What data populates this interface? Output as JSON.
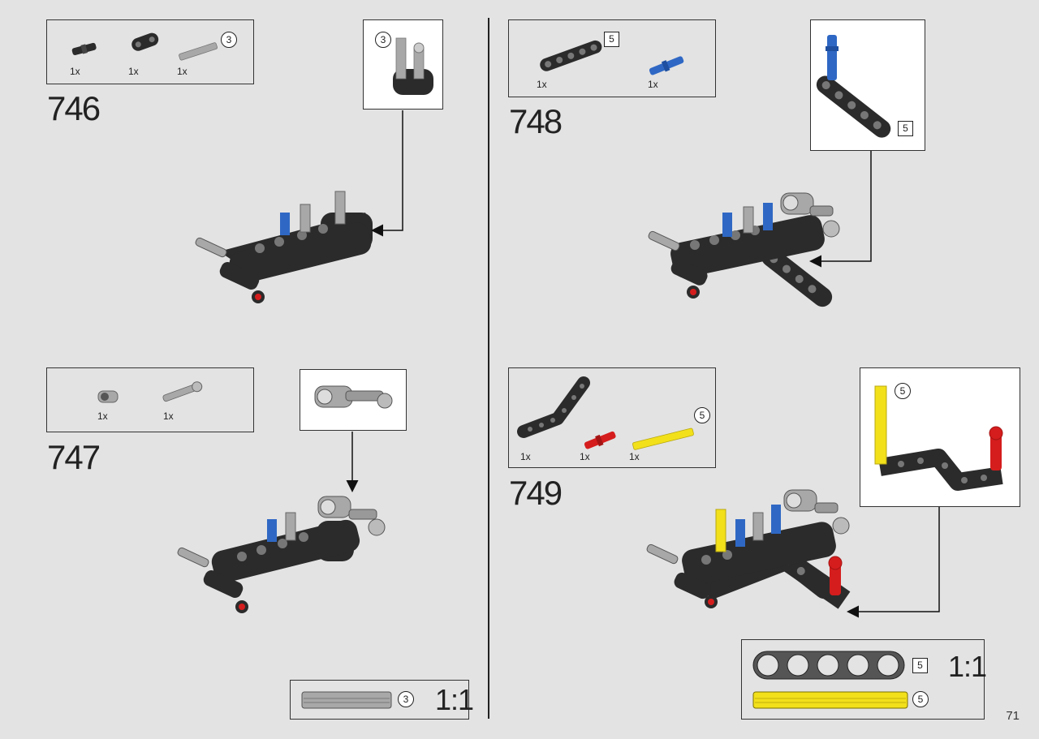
{
  "page_number": "71",
  "steps": [
    {
      "number": "746",
      "parts": [
        {
          "qty": "1x",
          "name": "black-connector-pin-icon"
        },
        {
          "qty": "1x",
          "name": "black-thin-liftarm-2-icon"
        },
        {
          "qty": "1x",
          "name": "grey-axle-3-icon",
          "length": "3"
        }
      ],
      "callout_length": "3"
    },
    {
      "number": "747",
      "parts": [
        {
          "qty": "1x",
          "name": "grey-angle-connector-icon"
        },
        {
          "qty": "1x",
          "name": "grey-axle-pin-icon"
        }
      ]
    },
    {
      "number": "748",
      "parts": [
        {
          "qty": "1x",
          "name": "black-liftarm-5-icon",
          "length": "5"
        },
        {
          "qty": "1x",
          "name": "blue-axle-pin-icon"
        }
      ],
      "callout_length": "5"
    },
    {
      "number": "749",
      "parts": [
        {
          "qty": "1x",
          "name": "black-bent-liftarm-icon"
        },
        {
          "qty": "1x",
          "name": "red-axle-pin-icon"
        },
        {
          "qty": "1x",
          "name": "yellow-axle-5-icon",
          "length": "5"
        }
      ],
      "callout_length": "5"
    }
  ],
  "scale_refs": [
    {
      "scale": "1:1",
      "axle_length": "3"
    },
    {
      "scale": "1:1",
      "beam_length": "5",
      "axle_length": "5"
    }
  ],
  "colors": {
    "black_part": "#2b2b2b",
    "grey_part": "#a8a8a8",
    "blue_part": "#2f68c4",
    "red_part": "#d51d1d",
    "yellow_part": "#f2e01b"
  }
}
